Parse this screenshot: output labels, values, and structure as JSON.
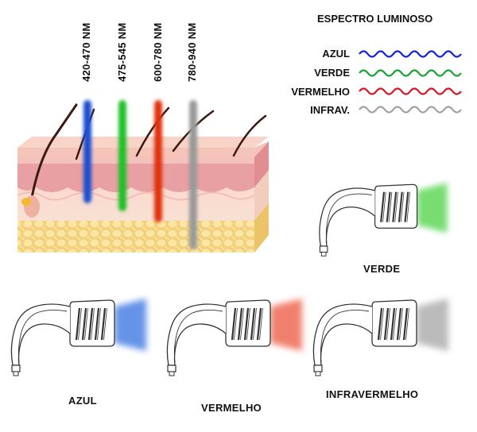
{
  "wavelengths": [
    {
      "label": "420-470 NM",
      "color": "#1e4fcf"
    },
    {
      "label": "475-545 NM",
      "color": "#22c02a"
    },
    {
      "label": "600-780 NM",
      "color": "#e03010"
    },
    {
      "label": "780-940 NM",
      "color": "#9a9a9a"
    }
  ],
  "spectrum": {
    "title": "ESPECTRO LUMINOSO",
    "items": [
      {
        "label": "AZUL",
        "color": "#1020d8"
      },
      {
        "label": "VERDE",
        "color": "#18a030"
      },
      {
        "label": "VERMELHO",
        "color": "#e01020"
      },
      {
        "label": "INFRAV.",
        "color": "#a0a0a0"
      }
    ]
  },
  "devices": [
    {
      "label": "VERDE",
      "light": "#6fdc6a"
    },
    {
      "label": "AZUL",
      "light": "#5d8ee6"
    },
    {
      "label": "VERMELHO",
      "light": "#f07a66"
    },
    {
      "label": "INFRAVERMELHO",
      "light": "#b8b8b8"
    }
  ]
}
